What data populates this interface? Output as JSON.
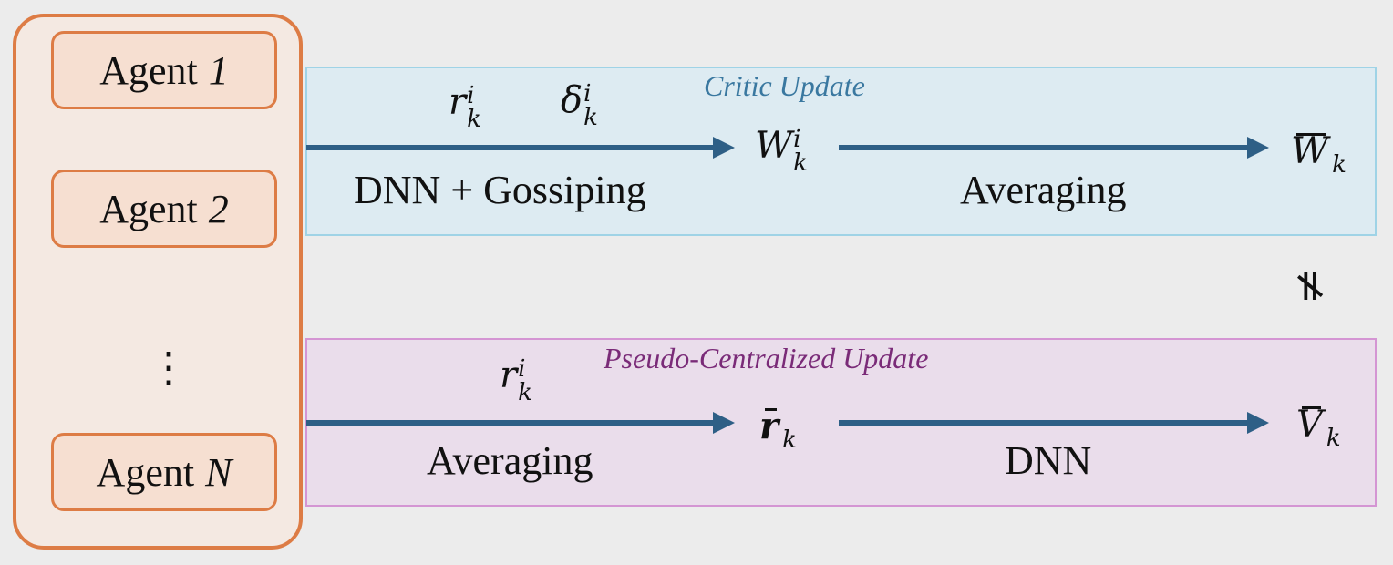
{
  "agents": [
    {
      "prefix": "Agent",
      "index": "1"
    },
    {
      "prefix": "Agent",
      "index": "2"
    },
    {
      "prefix": "Agent",
      "index": "N"
    }
  ],
  "agents_ellipsis": "⋮",
  "critic": {
    "title": "Critic Update",
    "title_color": "#3a78a0",
    "reward_symbol": {
      "base": "r",
      "sup": "i",
      "sub": "k"
    },
    "td_symbol": {
      "base": "δ",
      "sup": "i",
      "sub": "k"
    },
    "step1_label": "DNN + Gossiping",
    "local_weight": {
      "base": "W",
      "sup": "i",
      "sub": "k"
    },
    "step2_label": "Averaging",
    "avg_weight": {
      "base": "W",
      "sub": "k"
    }
  },
  "pseudo": {
    "title": "Pseudo-Centralized Update",
    "title_color": "#7a2b78",
    "reward_symbol": {
      "base": "r",
      "sup": "i",
      "sub": "k"
    },
    "step1_label": "Averaging",
    "avg_reward": {
      "base": "r",
      "sub": "k"
    },
    "step2_label": "DNN",
    "avg_value": {
      "base": "V",
      "sub": "k"
    }
  },
  "not_equal_symbol": "≠",
  "arrow_color": "#2e5f86"
}
